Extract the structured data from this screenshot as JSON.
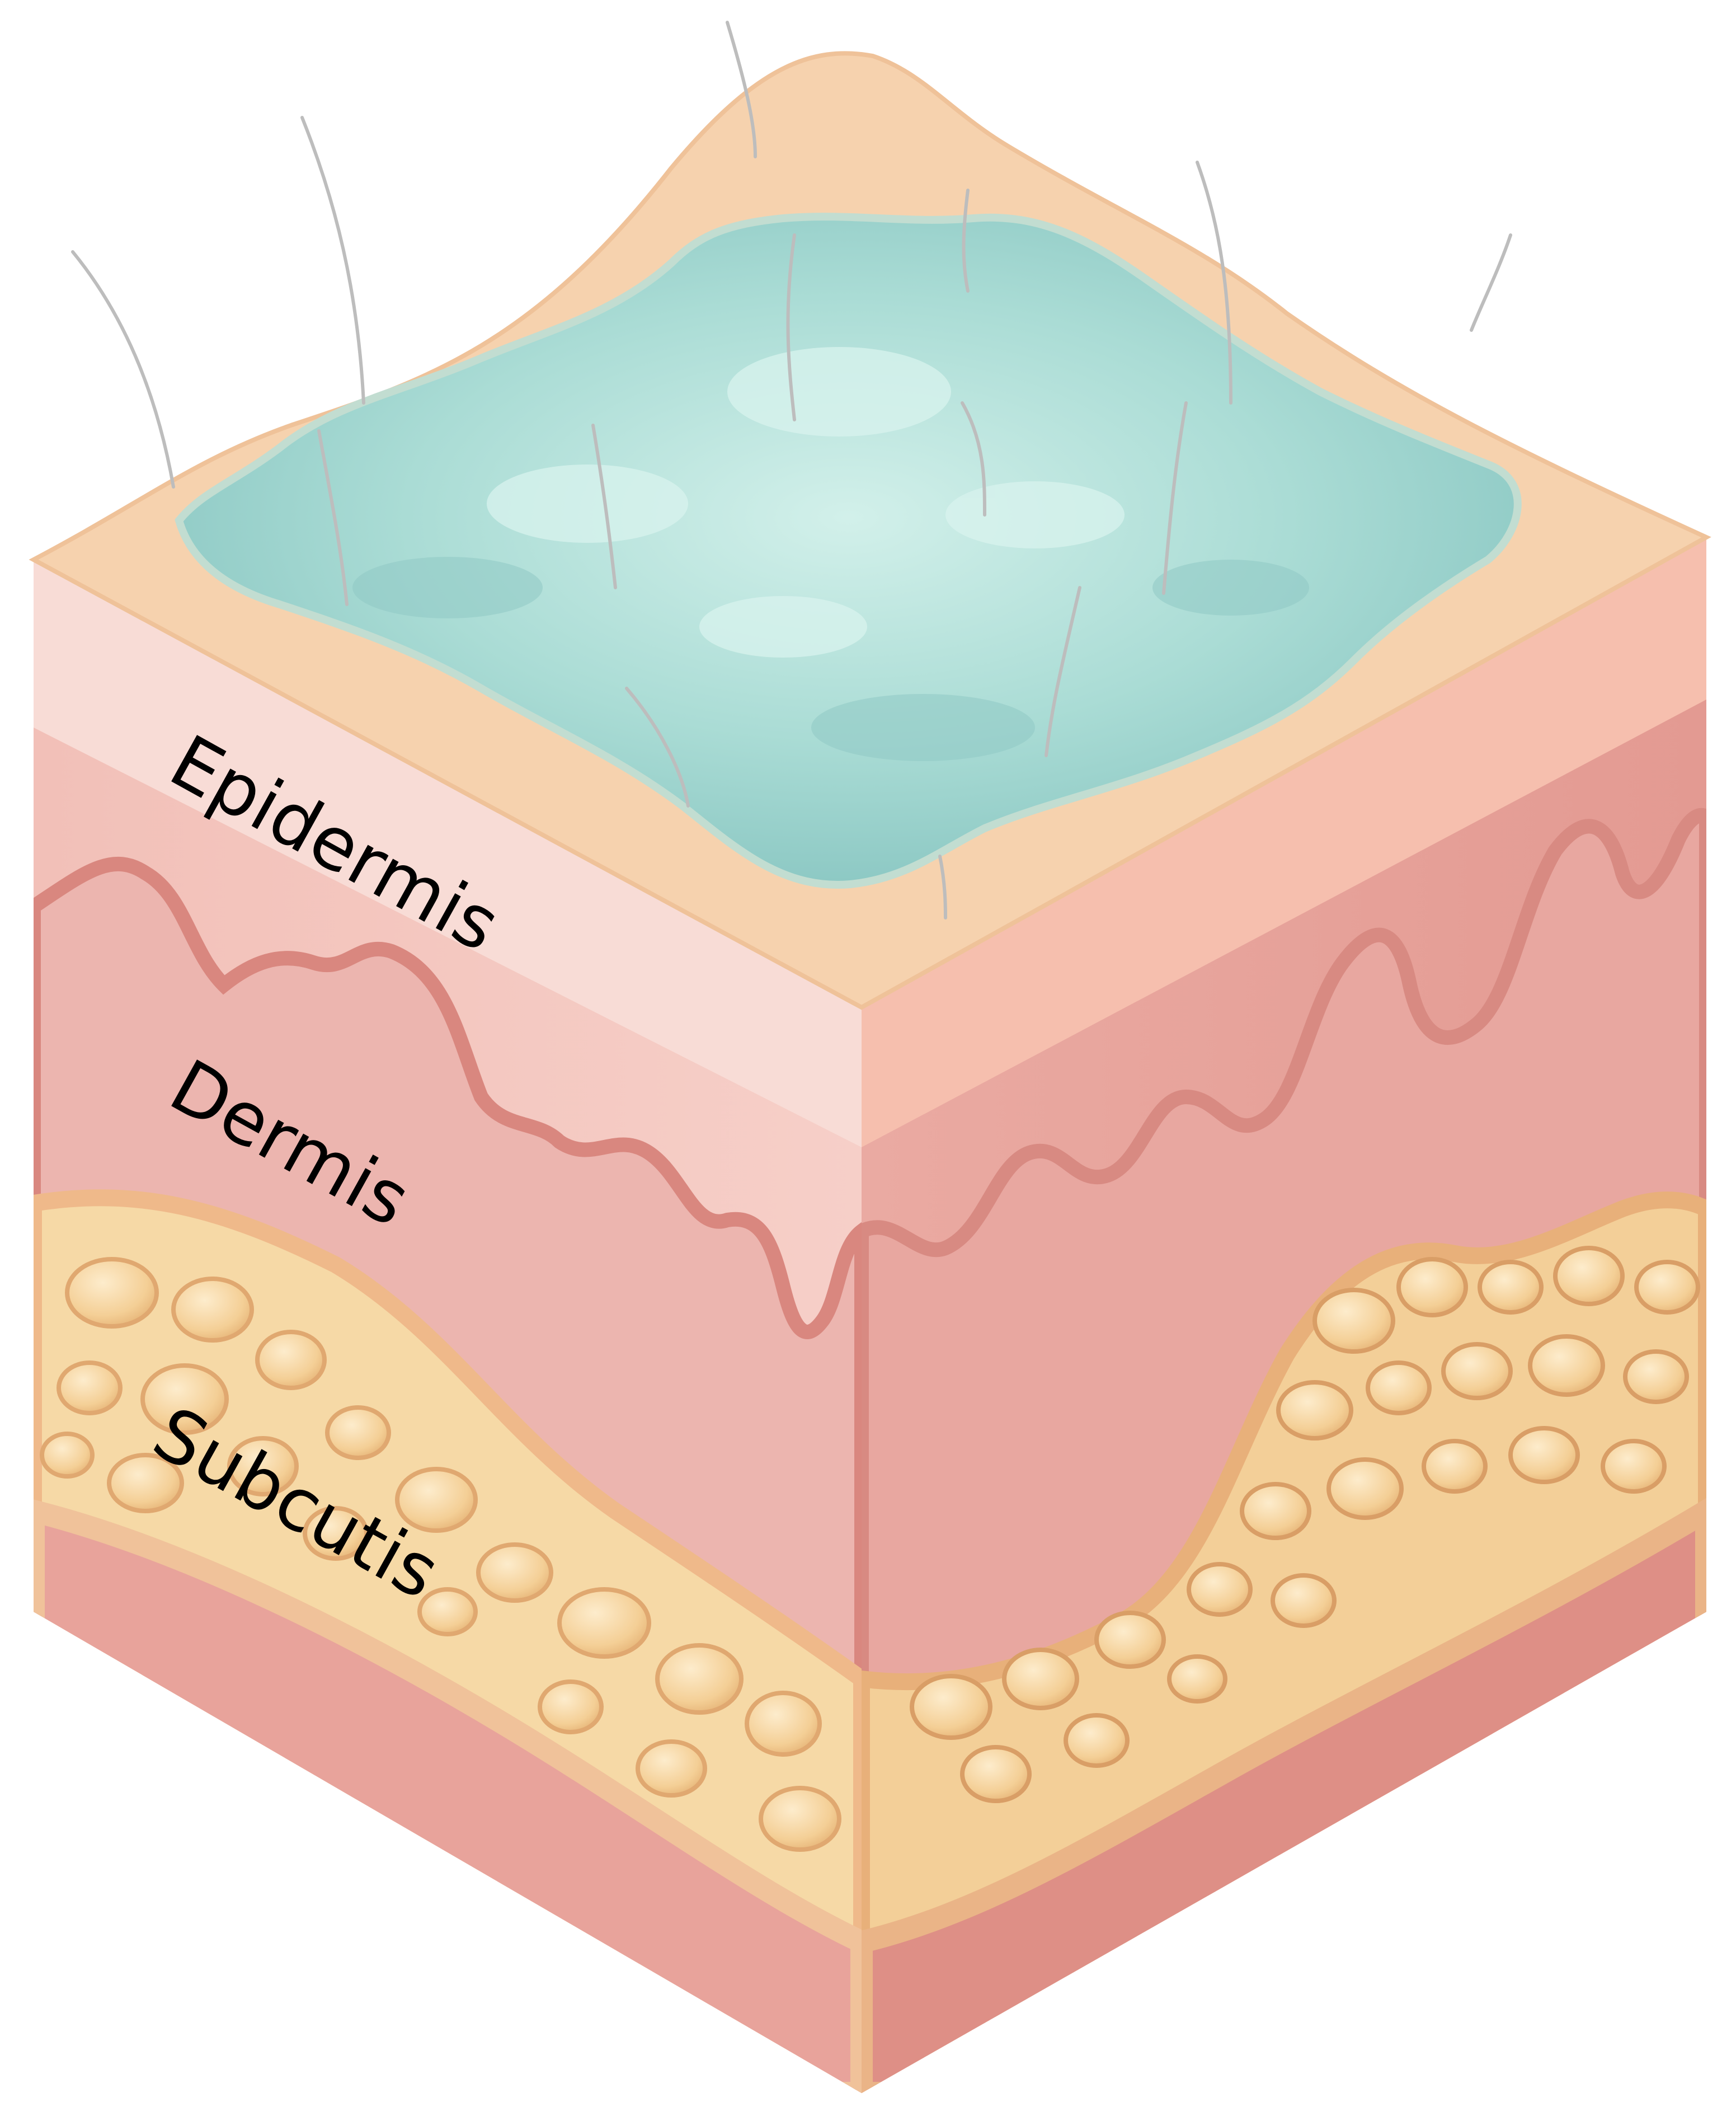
{
  "labels": {
    "epidermis": "Epidermis",
    "dermis": "Dermis",
    "subcutis": "Subcutis"
  },
  "colors": {
    "background": "#ffffff",
    "blister": "#a9dcd6",
    "blister_light": "#cdeee9",
    "blister_shadow": "#8cc6c2",
    "epidermis_top": "#f6d2ae",
    "epidermis_band": "#f7dcc8",
    "epidermis_front": "#f3c6c0",
    "dermis_left": "#ecb3ae",
    "dermis_right": "#e8a39c",
    "dermis_edge": "#d88a82",
    "fat_band": "#f6d49c",
    "fat_cell": "#f1c98e",
    "fat_cell_light": "#fde6bf",
    "base_left": "#e7a49c",
    "base_right": "#de8c84",
    "hair": "#bdbdbd"
  },
  "icons": [
    "skin-cross-section-cube",
    "blister-icon",
    "hair-strand",
    "fat-cell"
  ]
}
